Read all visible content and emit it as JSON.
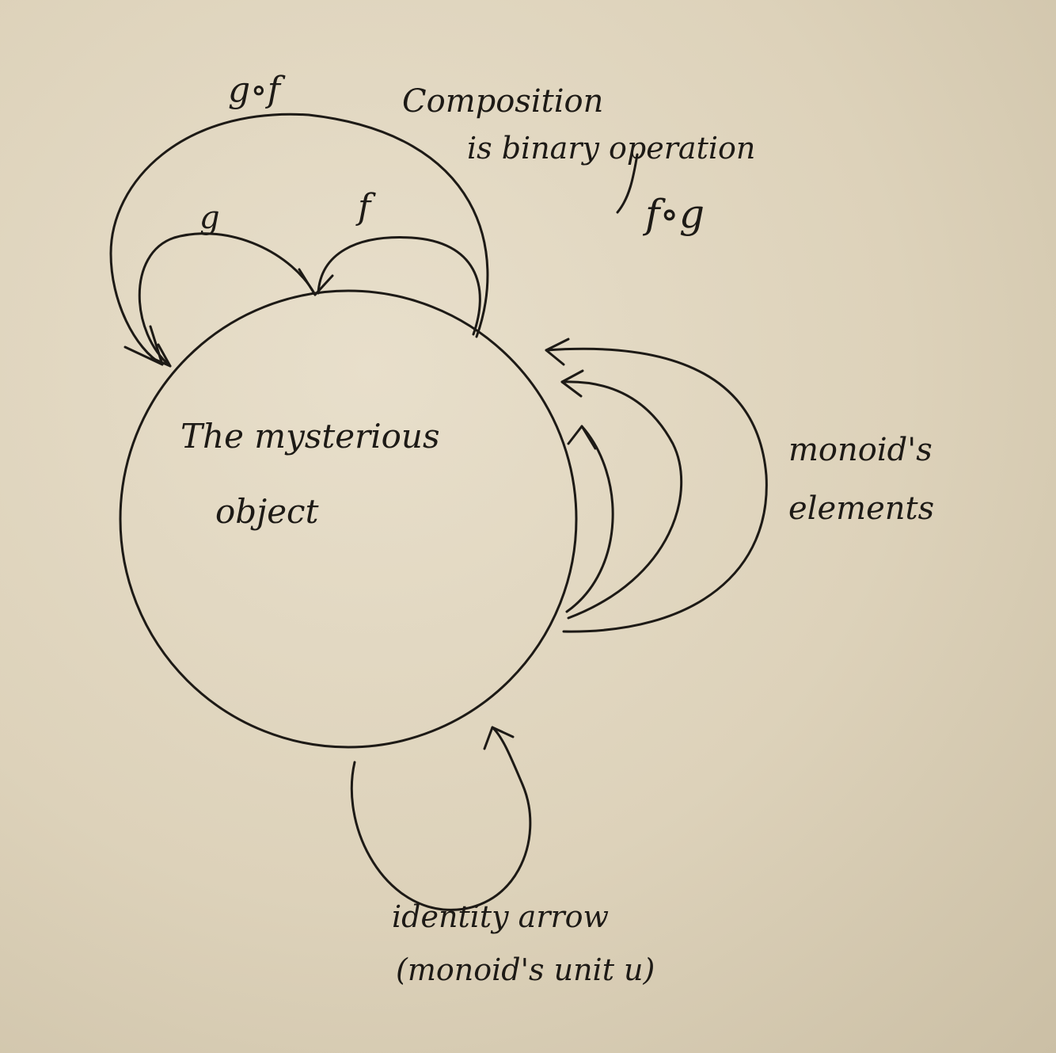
{
  "colors": {
    "paper": "#ddd2ba",
    "ink": "#1d1a16"
  },
  "labels": {
    "gof": "g∘f",
    "g": "g",
    "f": "f",
    "composition_line1": "Composition",
    "composition_line2": "is binary operation",
    "fog": "f∘g",
    "object_line1": "The mysterious",
    "object_line2": "object",
    "monoid_line1": "monoid's",
    "monoid_line2": "elements",
    "identity_line1": "identity arrow",
    "identity_line2": "(monoid's unit u)"
  }
}
